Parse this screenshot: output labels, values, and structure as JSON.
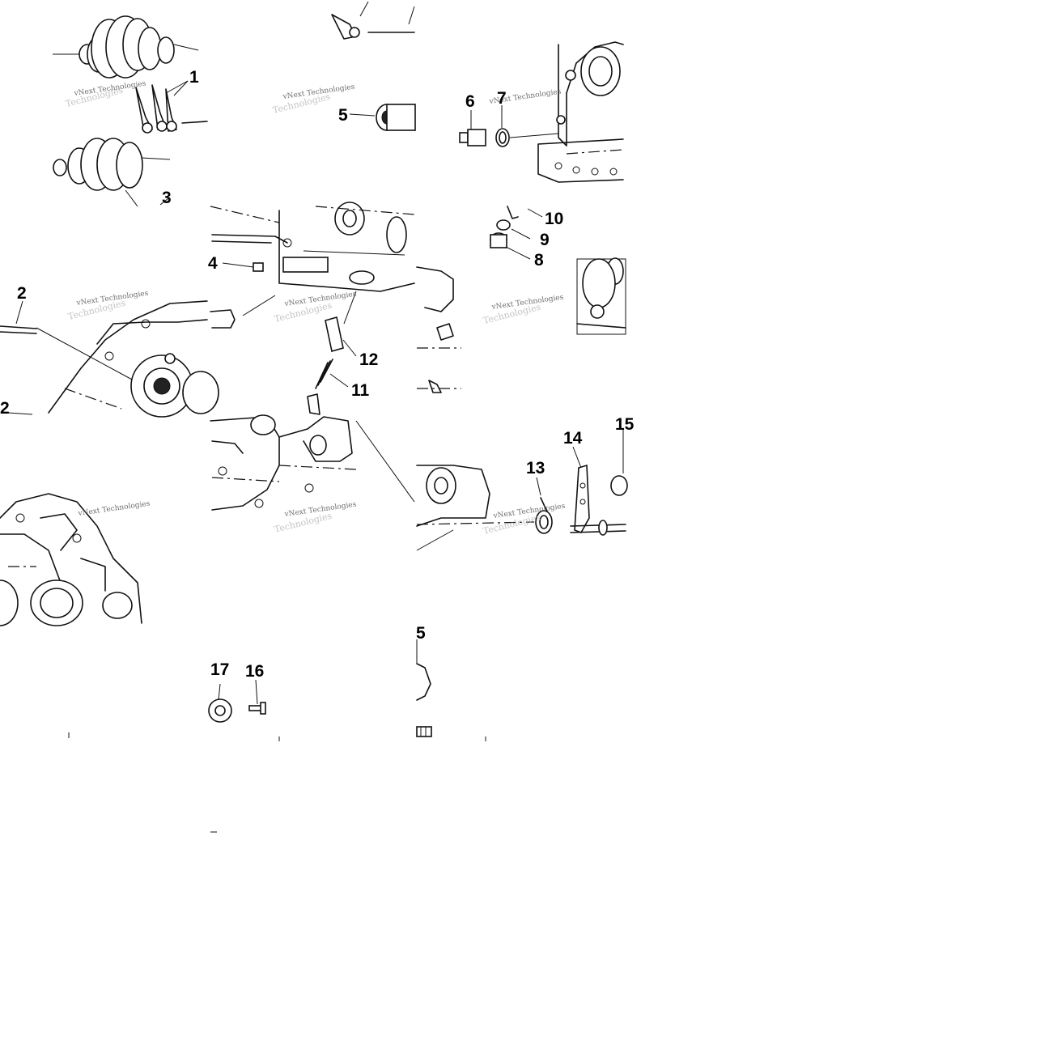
{
  "callouts": [
    {
      "id": "1",
      "label": "1"
    },
    {
      "id": "2a",
      "label": "2"
    },
    {
      "id": "2b",
      "label": "2"
    },
    {
      "id": "3",
      "label": "3"
    },
    {
      "id": "4",
      "label": "4"
    },
    {
      "id": "5a",
      "label": "5"
    },
    {
      "id": "5b",
      "label": "5"
    },
    {
      "id": "6",
      "label": "6"
    },
    {
      "id": "7",
      "label": "7"
    },
    {
      "id": "8",
      "label": "8"
    },
    {
      "id": "9",
      "label": "9"
    },
    {
      "id": "10",
      "label": "10"
    },
    {
      "id": "11",
      "label": "11"
    },
    {
      "id": "12",
      "label": "12"
    },
    {
      "id": "13",
      "label": "13"
    },
    {
      "id": "14",
      "label": "14"
    },
    {
      "id": "15",
      "label": "15"
    },
    {
      "id": "16",
      "label": "16"
    },
    {
      "id": "17",
      "label": "17"
    }
  ],
  "watermark": {
    "line1": "vNext Technologies",
    "line2": "Technologies"
  }
}
